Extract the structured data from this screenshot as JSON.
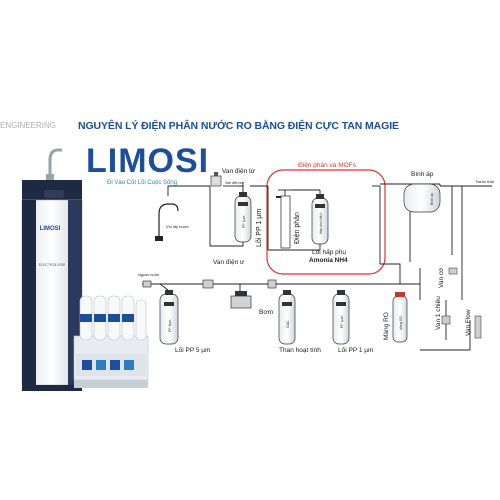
{
  "header": {
    "watermark": "ENGINEERING",
    "title": "NGUYÊN LÝ ĐIỆN PHÂN NƯỚC RO BẰNG ĐIỆN CỰC TAN MAGIE"
  },
  "brand": {
    "logo_text": "LIMOSI",
    "tagline": "Đi Vào Cốt Lõi Cuộc Sống",
    "cabinet_label": "LIMOSI",
    "cabinet_model": "ELECTROLYSIS"
  },
  "colors": {
    "brand_blue": "#1c4e9b",
    "highlight_red": "#e0332f",
    "pipe": "#222222"
  },
  "labels": {
    "van_dien_tu": "Van điện từ",
    "van_dien_tu_small": "Van điện từ",
    "voi_lay_nuoc": "Vòi lấy nước",
    "electrolysis_box": "Điện phân và MOFs",
    "loi_pp_1um_top": "Lõi PP 1 µm",
    "pp_1um_cartridge_top": "PP 1µm",
    "dien_phan": "Điện phân",
    "loi_hap_phu": "Lõi hấp phụ",
    "amonia": "Amonia NH4",
    "nh4_cartridge": "Hấp phụ NH4+",
    "binh_ap": "Bình áp",
    "binh_ap_tank": "Bình áp",
    "nuoc_thai": "Nước thải",
    "van_dien_u": "Van điện ư",
    "nguon_nuoc": "Nguồn nước",
    "van_co": "Van cơ",
    "van_1_chieu": "Van 1 chiều",
    "van_flow": "Van Flow",
    "loi_pp_5um": "Lõi PP 5 µm",
    "pp_5um_cartridge": "PP 5µm",
    "bom": "Bơm",
    "than_hoat_tinh": "Than hoạt tính",
    "gac_cartridge": "GAC",
    "loi_pp_1um_bottom": "Lõi PP 1 µm",
    "pp_1um_cartridge_bottom": "PP 1µm",
    "mang_ro": "Màng RO",
    "ro_cartridge": "Màng RO"
  }
}
